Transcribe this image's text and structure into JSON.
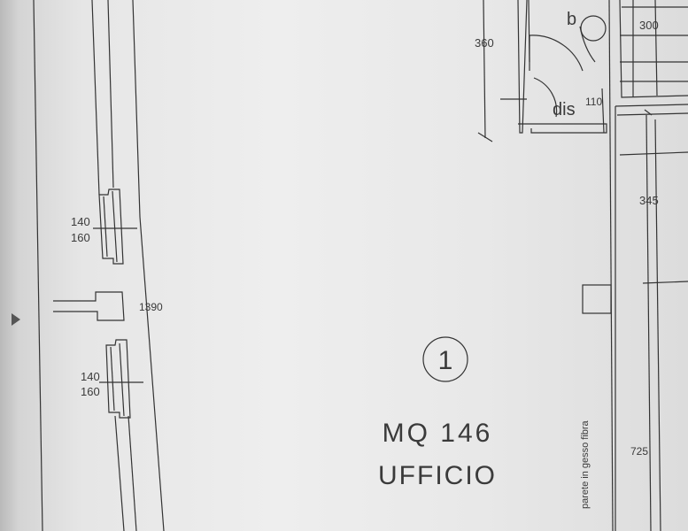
{
  "plan": {
    "room": {
      "number": "1",
      "area": "MQ 146",
      "name": "UFFICIO"
    },
    "rooms_small": {
      "bath": "b",
      "closet": "dis"
    },
    "dimensions": {
      "top_360": "360",
      "top_300": "300",
      "door_110": "110",
      "right_345": "345",
      "right_725": "725",
      "left_1390": "1390",
      "window_top_a": "140",
      "window_top_b": "160",
      "window_bottom_a": "140",
      "window_bottom_b": "160"
    },
    "wall_note": "parete in gesso fibra"
  },
  "ui": {
    "side_arrow": "sidebar-toggle-arrow-icon"
  }
}
